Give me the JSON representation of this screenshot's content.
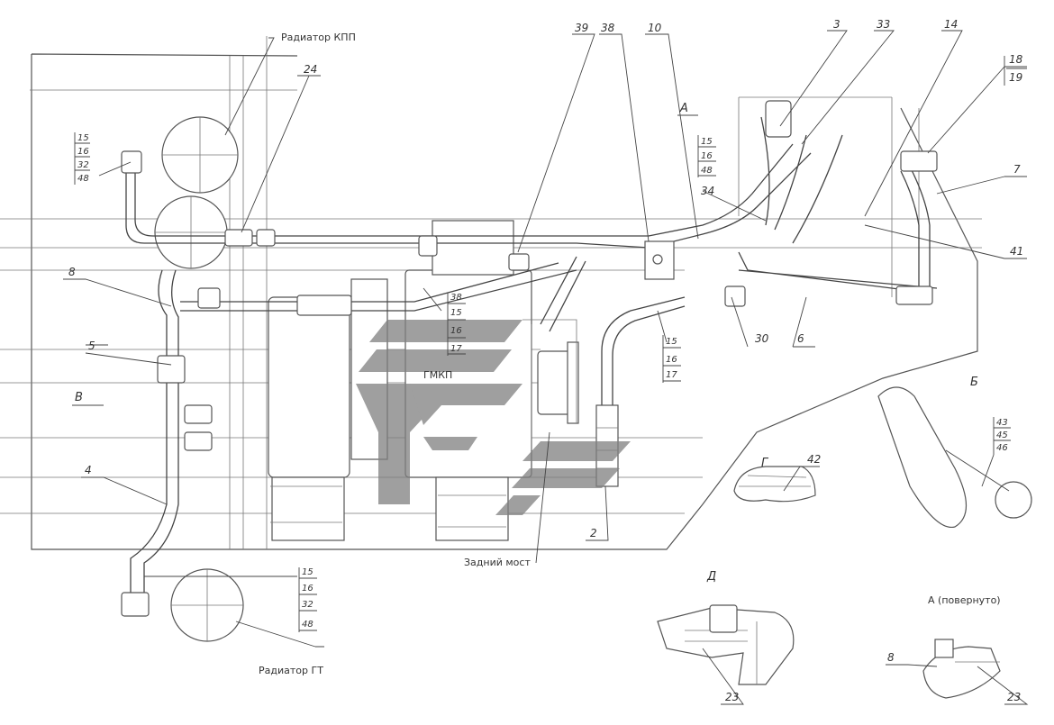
{
  "labels": {
    "radiator_kpp": "Радиатор КПП",
    "radiator_gt": "Радиатор ГТ",
    "gmkp": "ГМКП",
    "rear_axle": "Задний мост"
  },
  "views": {
    "A": "А",
    "A_rotated": "А (повернуто)",
    "B": "В",
    "G": "Г",
    "D": "Д",
    "E": "Б"
  },
  "callouts": {
    "n39": "39",
    "n38": "38",
    "n10": "10",
    "n3": "3",
    "n33": "33",
    "n14": "14",
    "n18": "18",
    "n19": "19",
    "n24": "24",
    "n7": "7",
    "n41": "41",
    "n30": "30",
    "n6": "6",
    "n8": "8",
    "n5": "5",
    "n4": "4",
    "n2": "2",
    "n42": "42",
    "n23a": "23",
    "n23b": "23",
    "n8b": "8",
    "n34": "34",
    "n43": "43"
  },
  "stacks": {
    "left_top": [
      "15",
      "16",
      "32",
      "48"
    ],
    "mid_a": [
      "15",
      "16",
      "48"
    ],
    "mid_b": [
      "38",
      "15",
      "16",
      "17"
    ],
    "mid_c": [
      "15",
      "16",
      "17"
    ],
    "bottom": [
      "15",
      "16",
      "32",
      "48"
    ],
    "right_e": [
      "43",
      "45",
      "46"
    ]
  },
  "watermark": {
    "color": "#7f7f7f",
    "shape": "stepped-chevron-logo"
  }
}
